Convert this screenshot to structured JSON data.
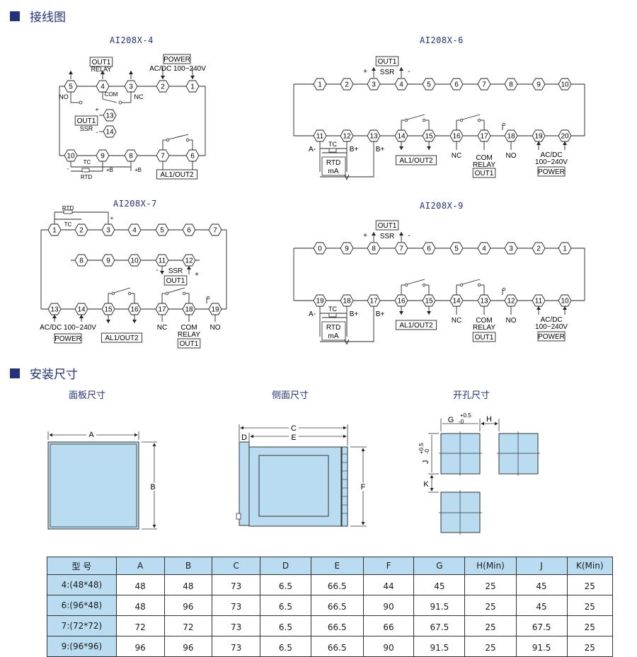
{
  "section1": {
    "title": "接线图"
  },
  "section2": {
    "title": "安装尺寸"
  },
  "diagrams": {
    "d4": {
      "title": "AI208X-4",
      "top": [
        "5",
        "4",
        "3",
        "2",
        "1"
      ],
      "bottom": [
        "10",
        "9",
        "8",
        "7",
        "6"
      ],
      "mid": [
        "13",
        "14"
      ],
      "labels": {
        "out1": "OUT1",
        "relay": "RELAY",
        "no": "NO",
        "nc": "NC",
        "com": "COM",
        "power": "POWER",
        "acdc": "AC/DC 100~240V",
        "ssr_out1": "OUT1",
        "ssr": "SSR",
        "tc": "TC",
        "rtd": "RTD",
        "b1": "+B",
        "b2": "+B",
        "minus": "-",
        "plus": "+",
        "plus2": "+",
        "minus2": "-",
        "al": "AL1/OUT2"
      }
    },
    "d6": {
      "title": "AI208X-6",
      "top": [
        "1",
        "2",
        "3",
        "4",
        "5",
        "6",
        "7",
        "8",
        "9",
        "10"
      ],
      "bottom": [
        "11",
        "12",
        "13",
        "14",
        "15",
        "16",
        "17",
        "18",
        "19",
        "20"
      ],
      "labels": {
        "out1": "OUT1",
        "plus": "+",
        "minus": "-",
        "ssr": "SSR",
        "a": "A-",
        "b1": "B+",
        "b2": "B+",
        "tc": "TC",
        "rtd": "RTD",
        "ma": "mA",
        "v": "V",
        "al": "AL1/OUT2",
        "nc": "NC",
        "com": "COM",
        "relay": "RELAY",
        "no": "NO",
        "out1b": "OUT1",
        "acdc": "AC/DC",
        "range": "100~240V",
        "power": "POWER"
      }
    },
    "d7": {
      "title": "AI208X-7",
      "top": [
        "1",
        "2",
        "3",
        "4",
        "5",
        "6",
        "7"
      ],
      "mid": [
        "8",
        "9",
        "10",
        "11",
        "12"
      ],
      "bottom": [
        "13",
        "14",
        "15",
        "16",
        "17",
        "18",
        "19"
      ],
      "labels": {
        "rtd": "RTD",
        "tc": "TC",
        "plus": "+",
        "minus": "-",
        "ssr": "SSR",
        "out1": "OUT1",
        "plus2": "+",
        "acdc": "AC/DC 100~240V",
        "power": "POWER",
        "al": "AL1/OUT2",
        "nc": "NC",
        "com": "COM",
        "relay": "RELAY",
        "no": "NO",
        "out1b": "OUT1"
      }
    },
    "d9": {
      "title": "AI208X-9",
      "top": [
        "0",
        "9",
        "8",
        "7",
        "6",
        "5",
        "4",
        "3",
        "2",
        "1"
      ],
      "bottom": [
        "19",
        "18",
        "17",
        "16",
        "15",
        "14",
        "13",
        "12",
        "11",
        "10"
      ],
      "labels": {
        "out1": "OUT1",
        "plus": "+",
        "minus": "-",
        "ssr": "SSR",
        "a": "A-",
        "b1": "B+",
        "b2": "B+",
        "tc": "TC",
        "rtd": "RTD",
        "ma": "mA",
        "v": "V",
        "al": "AL1/OUT2",
        "nc": "NC",
        "com": "COM",
        "relay": "RELAY",
        "no": "NO",
        "out1b": "OUT1",
        "acdc": "AC/DC",
        "range": "100~240V",
        "power": "POWER"
      }
    }
  },
  "install": {
    "panel": {
      "title": "面板尺寸",
      "a": "A",
      "b": "B"
    },
    "side": {
      "title": "侧面尺寸",
      "c": "C",
      "d": "D",
      "e": "E",
      "f": "F"
    },
    "cutout": {
      "title": "开孔尺寸",
      "g": "G",
      "gtol_plus": "+0.5",
      "gtol_minus": "-0",
      "h": "H",
      "j": "J",
      "jtol_plus": "+0.5",
      "jtol_minus": "-0",
      "k": "K"
    }
  },
  "colors": {
    "accent": "#23327a",
    "fill": "#b9dcf0",
    "panel_fill": "#b9dcf0"
  },
  "table": {
    "headers": [
      "型  号",
      "A",
      "B",
      "C",
      "D",
      "E",
      "F",
      "G",
      "H(Min)",
      "J",
      "K(Min)"
    ],
    "rows": [
      [
        "4:(48*48)",
        "48",
        "48",
        "73",
        "6.5",
        "66.5",
        "44",
        "45",
        "25",
        "45",
        "25"
      ],
      [
        "6:(96*48)",
        "48",
        "96",
        "73",
        "6.5",
        "66.5",
        "90",
        "91.5",
        "25",
        "45",
        "25"
      ],
      [
        "7:(72*72)",
        "72",
        "72",
        "73",
        "6.5",
        "66.5",
        "66",
        "67.5",
        "25",
        "67.5",
        "25"
      ],
      [
        "9:(96*96)",
        "96",
        "96",
        "73",
        "6.5",
        "66.5",
        "90",
        "91.5",
        "25",
        "91.5",
        "25"
      ]
    ]
  }
}
